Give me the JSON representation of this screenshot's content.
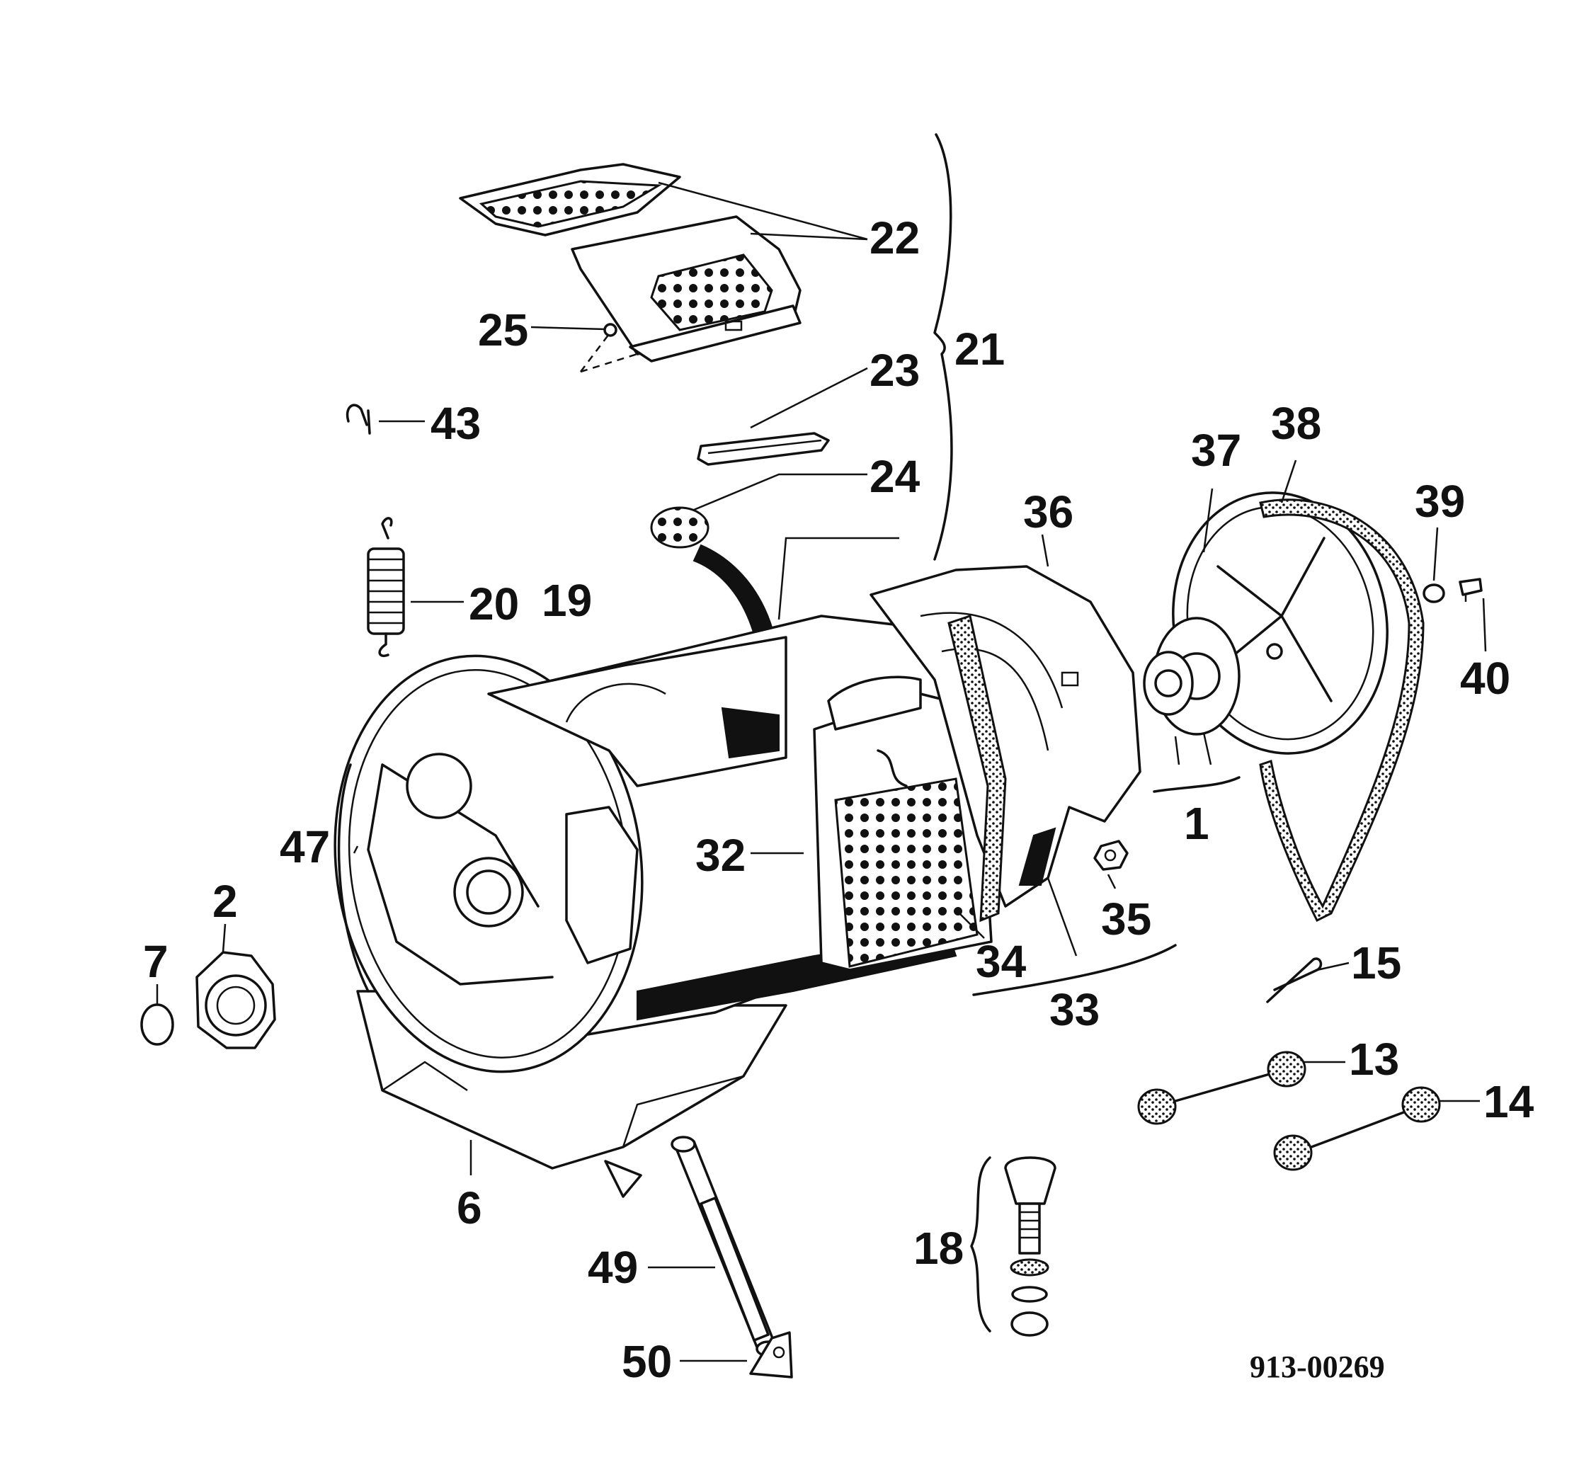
{
  "diagram": {
    "document_number": "913-00269",
    "callouts": [
      "1",
      "2",
      "6",
      "7",
      "13",
      "14",
      "15",
      "18",
      "19",
      "20",
      "21",
      "22",
      "23",
      "24",
      "25",
      "32",
      "33",
      "34",
      "35",
      "36",
      "37",
      "38",
      "39",
      "40",
      "43",
      "47",
      "49",
      "50"
    ]
  }
}
